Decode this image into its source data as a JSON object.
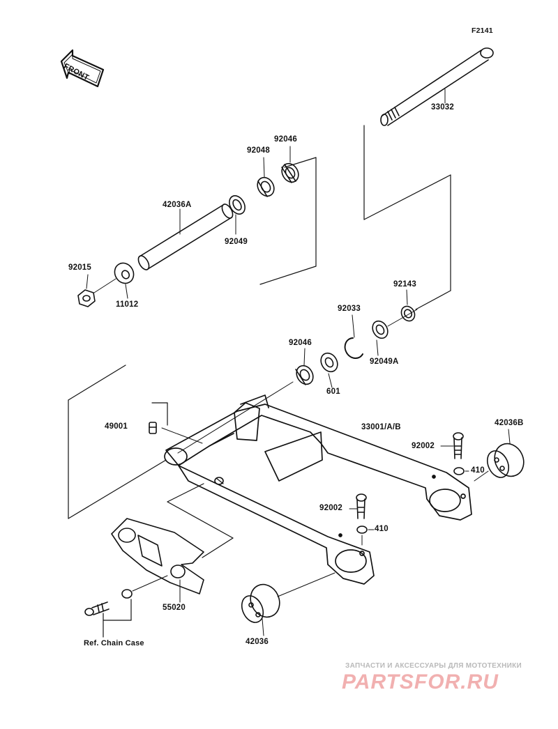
{
  "diagram": {
    "code": "F2141",
    "front_label": "FRONT",
    "ref_label": "Ref. Chain Case",
    "parts": [
      {
        "id": "p33032",
        "label": "33032"
      },
      {
        "id": "p92046a",
        "label": "92046"
      },
      {
        "id": "p92048",
        "label": "92048"
      },
      {
        "id": "p42036A",
        "label": "42036A"
      },
      {
        "id": "p92049",
        "label": "92049"
      },
      {
        "id": "p92015",
        "label": "92015"
      },
      {
        "id": "p11012",
        "label": "11012"
      },
      {
        "id": "p92143",
        "label": "92143"
      },
      {
        "id": "p92033",
        "label": "92033"
      },
      {
        "id": "p92046b",
        "label": "92046"
      },
      {
        "id": "p92049A",
        "label": "92049A"
      },
      {
        "id": "p601",
        "label": "601"
      },
      {
        "id": "p49001",
        "label": "49001"
      },
      {
        "id": "p33001",
        "label": "33001/A/B"
      },
      {
        "id": "p42036B",
        "label": "42036B"
      },
      {
        "id": "p92002a",
        "label": "92002"
      },
      {
        "id": "p410a",
        "label": "410"
      },
      {
        "id": "p92002b",
        "label": "92002"
      },
      {
        "id": "p410b",
        "label": "410"
      },
      {
        "id": "p55020",
        "label": "55020"
      },
      {
        "id": "p42036",
        "label": "42036"
      }
    ]
  },
  "watermark": {
    "subtitle": "ЗАПЧАСТИ И АКСЕССУАРЫ ДЛЯ МОТОТЕХНИКИ",
    "logo": "PARTSFOR.RU"
  }
}
